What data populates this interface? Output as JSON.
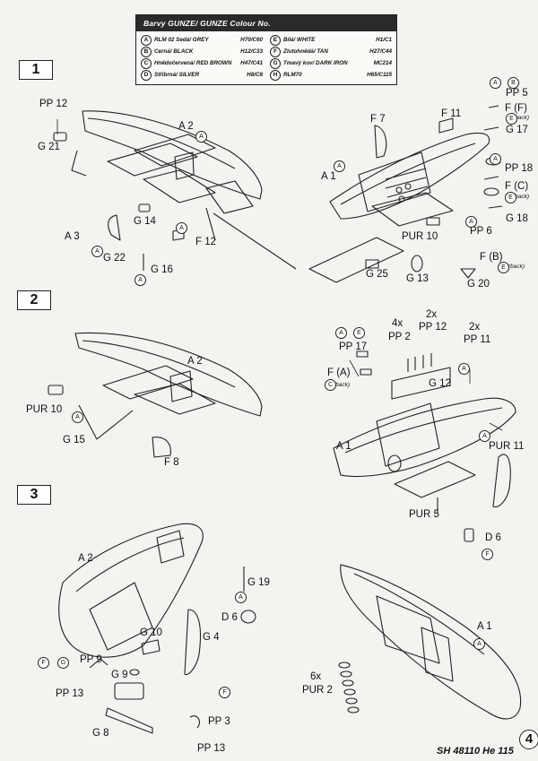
{
  "legend": {
    "title": "Barvy GUNZE/ GUNZE Colour No.",
    "colours": [
      {
        "letter": "A",
        "name": "RLM 02 Šedá/ GREY",
        "code": "H70/C60"
      },
      {
        "letter": "E",
        "name": "Bílá/ WHITE",
        "code": "H1/C1"
      },
      {
        "letter": "B",
        "name": "Černá/ BLACK",
        "code": "H12/C33"
      },
      {
        "letter": "F",
        "name": "Žlutohnědá/ TAN",
        "code": "H27/C44"
      },
      {
        "letter": "C",
        "name": "Hnědočervená/ RED BROWN",
        "code": "H47/C41"
      },
      {
        "letter": "G",
        "name": "Tmavý kov/ DARK IRON",
        "code": "MC214"
      },
      {
        "letter": "D",
        "name": "Stříbrná/ SILVER",
        "code": "H8/C8"
      },
      {
        "letter": "H",
        "name": "RLM70",
        "code": "H65/C115"
      }
    ]
  },
  "steps": [
    "1",
    "2",
    "3"
  ],
  "labels": [
    "PP 12",
    "G 21",
    "A 2",
    "A 3",
    "G 22",
    "G 14",
    "F 12",
    "G 16",
    "F 7",
    "F 11",
    "PP 5",
    "F (F)",
    "G 17",
    "A 1",
    "PP 18",
    "F (C)",
    "G 18",
    "PP 6",
    "PUR 10",
    "F (B)",
    "G 25",
    "G 13",
    "G 20",
    "A 2",
    "PUR 10",
    "G 15",
    "F 8",
    "PP 17",
    "4x",
    "PP 2",
    "2x",
    "PP 12",
    "2x",
    "PP 11",
    "F (A)",
    "G 12",
    "A 1",
    "PUR 11",
    "PUR 5",
    "D 6",
    "A 2",
    "G 19",
    "D 6",
    "G 4",
    "G 10",
    "PP 9",
    "G 9",
    "PP 13",
    "G 8",
    "PP 3",
    "PP 13",
    "A 1",
    "6x",
    "PUR 2"
  ],
  "back_note": "(back)",
  "footer": "SH 48110 He 115",
  "page_number": "4"
}
